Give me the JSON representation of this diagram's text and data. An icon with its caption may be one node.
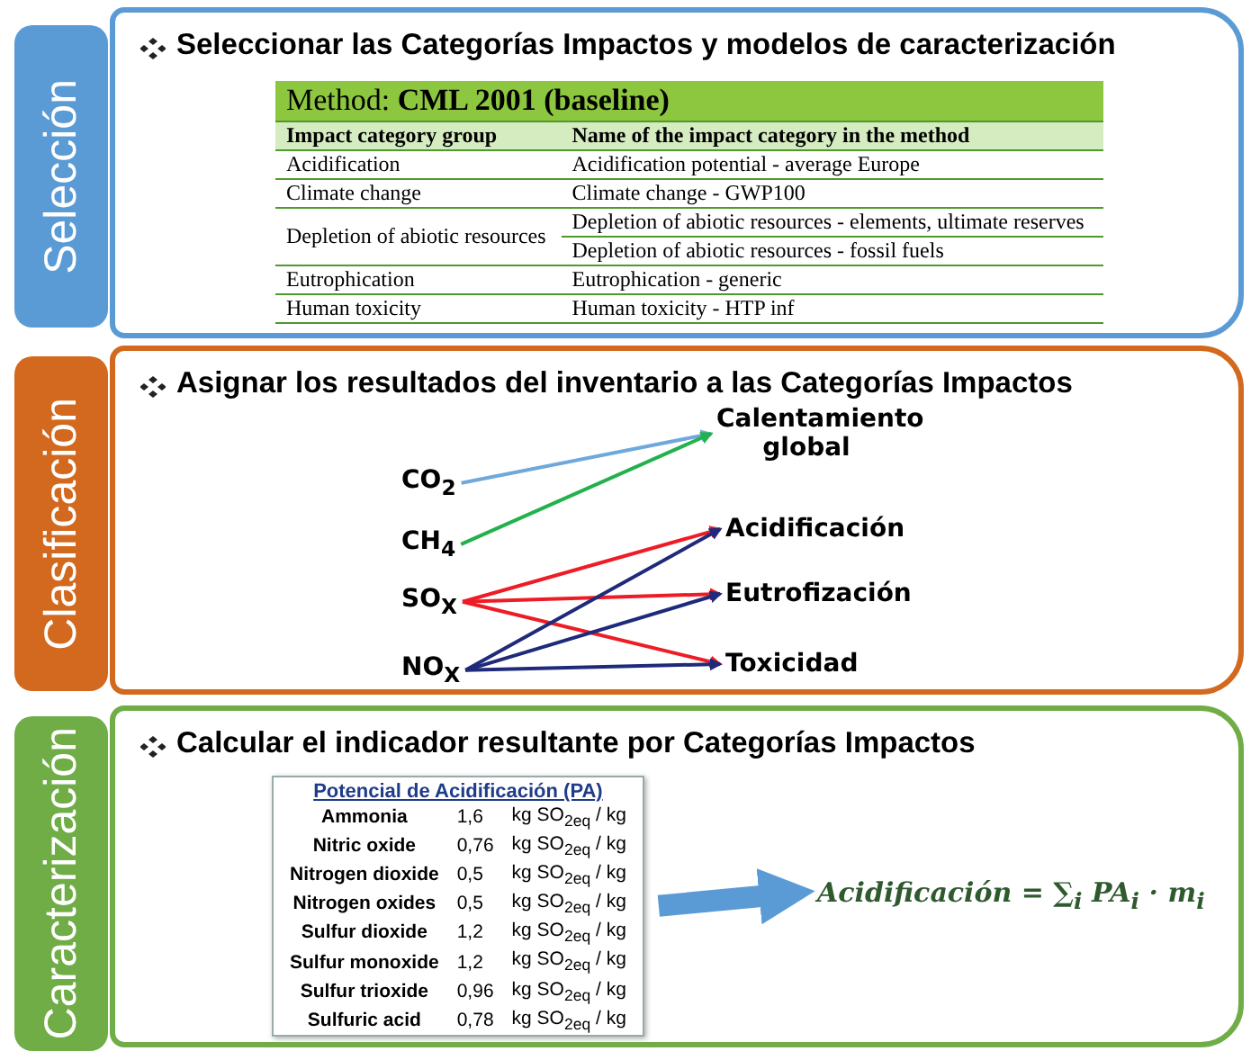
{
  "diagram": {
    "nodes": [
      {
        "text": [
          "Selección"
        ]
      },
      {
        "text": [
          "Seleccionar las Categorías Impactos y modelos de caracterización"
        ]
      },
      {
        "text": [
          "Clasificación"
        ]
      },
      {
        "text": [
          "Asignar los resultados del inventario a las Categorías Impactos"
        ]
      },
      {
        "text": [
          "CO$_{2}$"
        ],
        "in": 3
      },
      {
        "text": [
          "CH$_{4}$"
        ],
        "in": 3
      },
      {
        "text": [
          "SO$_{X}$"
        ],
        "in": 3
      },
      {
        "text": [
          "NO$_{X}$"
        ],
        "in": 3
      },
      {
        "text": [
          "Calentamiento global"
        ],
        "in": 3
      },
      {
        "text": [
          "Acidificación"
        ],
        "in": 3
      },
      {
        "text": [
          "Eutrofización"
        ],
        "in": 3
      },
      {
        "text": [
          "Toxicidad"
        ],
        "in": 3
      },
      {
        "text": [
          "Caracterización"
        ]
      },
      {
        "text": [
          "Calcular el indicador resultante por Categorías Impactos"
        ]
      },
      {
        "text": [
          "Potencial de Acidificación (PA)"
        ],
        "in": 13
      },
      {
        "text": [
          "Acidificación = ∑$_{i}$ PA$_{i}$ · m$_{i}$"
        ],
        "in": 13
      }
    ],
    "edges": [
      {
        "from": 4,
        "to": 8,
        "arrow": "to",
        "color": "#6fa8dc"
      },
      {
        "from": 5,
        "to": 8,
        "arrow": "to",
        "color": "#22b14c"
      },
      {
        "from": 6,
        "to": 9,
        "arrow": "to",
        "color": "#ee1c25"
      },
      {
        "from": 6,
        "to": 10,
        "arrow": "to",
        "color": "#ee1c25"
      },
      {
        "from": 6,
        "to": 11,
        "arrow": "to",
        "color": "#ee1c25"
      },
      {
        "from": 7,
        "to": 9,
        "arrow": "to",
        "color": "#1f2a7a"
      },
      {
        "from": 7,
        "to": 10,
        "arrow": "to",
        "color": "#1f2a7a"
      },
      {
        "from": 7,
        "to": 11,
        "arrow": "to",
        "color": "#1f2a7a"
      },
      {
        "from": 14,
        "to": 15,
        "arrow": "to",
        "style": "thick",
        "color": "#5b9bd5"
      }
    ],
    "labels": [
      "Method: **CML 2001 (baseline)**",
      "Impact category group",
      "Name of the impact category in the method",
      "Acidification",
      "Acidification potential - average Europe",
      "Climate change",
      "Climate change - GWP100",
      "Depletion of abiotic resources",
      "Depletion of abiotic resources - elements, ultimate reserves",
      "Depletion of abiotic resources - fossil fuels",
      "Eutrophication",
      "Eutrophication - generic",
      "Human toxicity",
      "Human toxicity - HTP inf",
      "Ammonia",
      "1,6",
      "kg SO$_{2eq}$ / kg",
      "Nitric oxide",
      "0,76",
      "kg SO$_{2eq}$ / kg",
      "Nitrogen dioxide",
      "0,5",
      "kg SO$_{2eq}$ / kg",
      "Nitrogen oxides",
      "0,5",
      "kg SO$_{2eq}$ / kg",
      "Sulfur dioxide",
      "1,2",
      "kg SO$_{2eq}$ / kg",
      "Sulfur monoxide",
      "1,2",
      "kg SO$_{2eq}$ / kg",
      "Sulfur trioxide",
      "0,96",
      "kg SO$_{2eq}$ / kg",
      "Sulfuric acid",
      "0,78",
      "kg SO$_{2eq}$ / kg"
    ]
  }
}
